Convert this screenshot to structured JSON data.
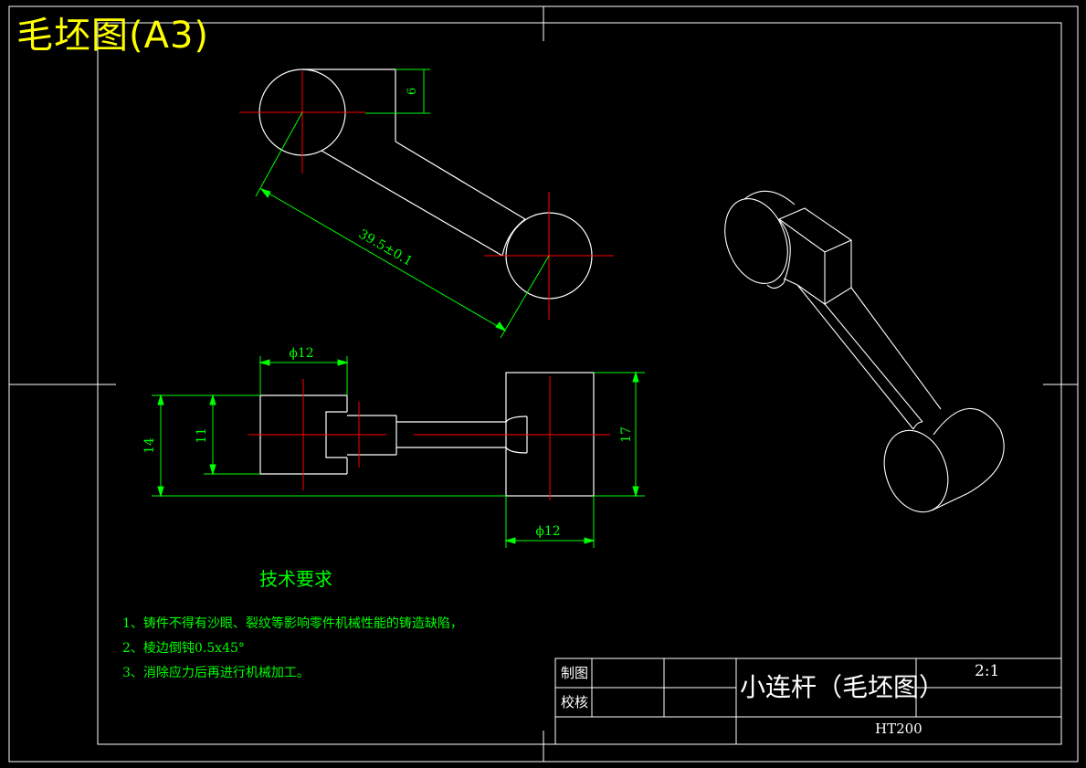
{
  "sheet_title": "毛坯图(A3)",
  "dimensions": {
    "offset_6": "6",
    "center_distance": "39.5±0.1",
    "dia_left": "ϕ12",
    "height_14": "14",
    "height_11": "11",
    "height_17": "17",
    "dia_right": "ϕ12"
  },
  "technical_requirements": {
    "title": "技术要求",
    "items": [
      "1、铸件不得有沙眼、裂纹等影响零件机械性能的铸造缺陷，",
      "2、棱边倒钝0.5x45°",
      "3、消除应力后再进行机械加工。"
    ]
  },
  "title_block": {
    "drawn_by_label": "制图",
    "checked_by_label": "校核",
    "part_name": "小连杆（毛坯图）",
    "scale": "2:1",
    "material": "HT200"
  },
  "colors": {
    "outline": "#ffffff",
    "dimension": "#00ff00",
    "centerline": "#ff0000",
    "sheet_title": "#ffff00",
    "background": "#000000"
  }
}
